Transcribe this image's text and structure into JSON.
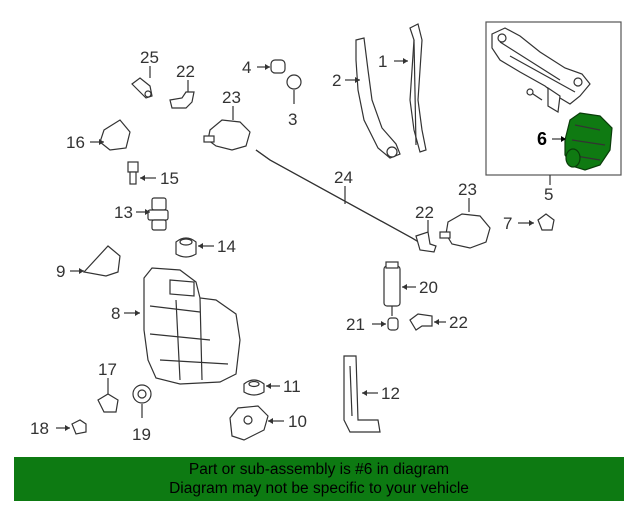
{
  "diagram": {
    "callouts": {
      "c1": "1",
      "c2": "2",
      "c3": "3",
      "c4": "4",
      "c5": "5",
      "c6": "6",
      "c7": "7",
      "c8": "8",
      "c9": "9",
      "c10": "10",
      "c11": "11",
      "c12": "12",
      "c13": "13",
      "c14": "14",
      "c15": "15",
      "c16": "16",
      "c17": "17",
      "c18": "18",
      "c19": "19",
      "c20": "20",
      "c21": "21",
      "c22a": "22",
      "c22b": "22",
      "c22c": "22",
      "c23a": "23",
      "c23b": "23",
      "c24": "24",
      "c25": "25"
    },
    "highlight_color": "#0f7a12"
  },
  "banner": {
    "line1": "Part or sub-assembly is #6 in diagram",
    "line2": "Diagram may not be specific to your vehicle",
    "background": "#0d7a12"
  }
}
